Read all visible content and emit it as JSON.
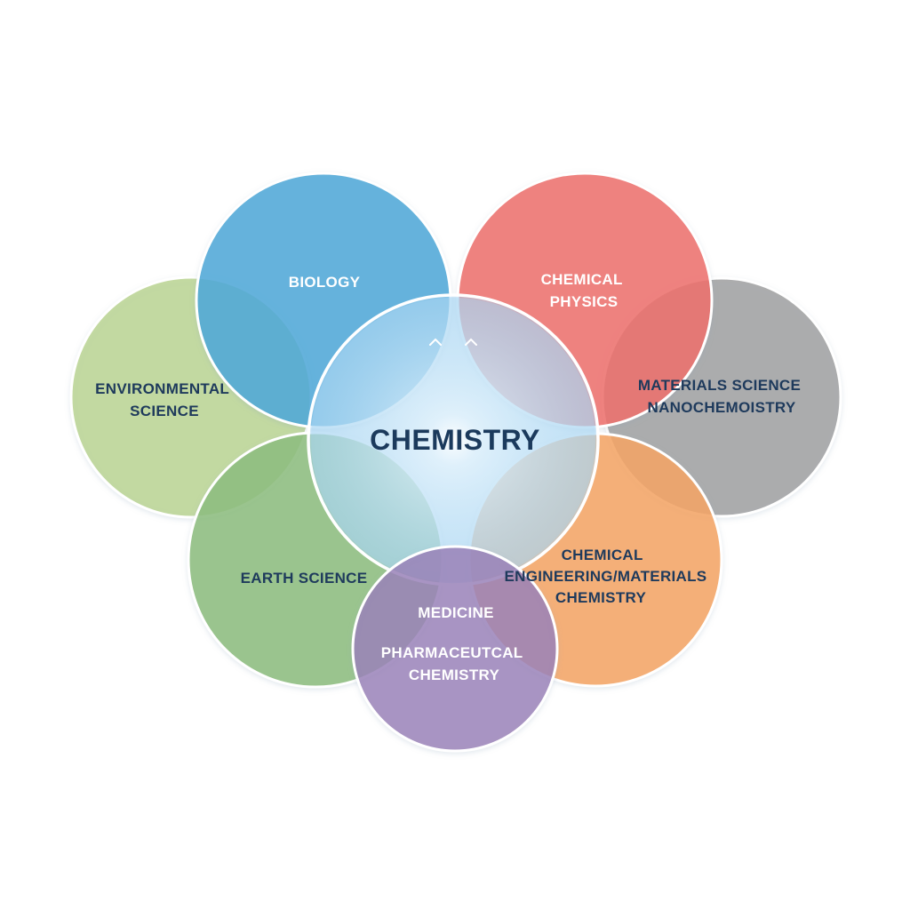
{
  "diagram": {
    "center_label": "CHEMISTRY",
    "fields": [
      {
        "id": "biology",
        "lines": [
          "BIOLOGY"
        ],
        "color": "#4ea8d8"
      },
      {
        "id": "chemical-physics",
        "lines": [
          "CHEMICAL",
          "PHYSICS"
        ],
        "color": "#ee6f6a"
      },
      {
        "id": "environmental-science",
        "lines": [
          "ENVIRONMENTAL",
          "SCIENCE"
        ],
        "color": "#b9d48f"
      },
      {
        "id": "materials-science",
        "lines": [
          "MATERIALS SCIENCE",
          "NANOCHEMOISTRY"
        ],
        "color": "#9a9a9a"
      },
      {
        "id": "earth-science",
        "lines": [
          "EARTH SCIENCE"
        ],
        "color": "#8dbd7c"
      },
      {
        "id": "chemical-engineering",
        "lines": [
          "CHEMICAL",
          "ENGINEERING/MATERIALS",
          "CHEMISTRY"
        ],
        "color": "#f6a461"
      },
      {
        "id": "medicine",
        "lines": [
          "MEDICINE"
        ],
        "color": "#9a80b8"
      },
      {
        "id": "pharmaceutical-chemistry",
        "lines": [
          "PHARMACEUTCAL",
          "CHEMISTRY"
        ],
        "color": "#9a80b8"
      }
    ],
    "center_color": "#a9d6f2"
  }
}
